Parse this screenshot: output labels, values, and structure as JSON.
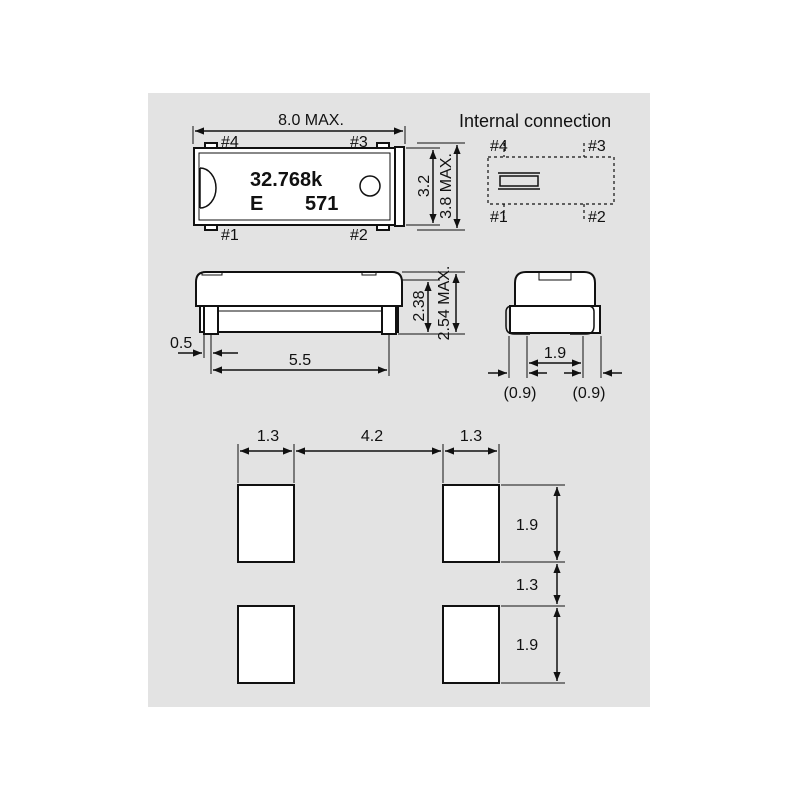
{
  "top_view": {
    "overall_length": "8.0 MAX.",
    "marking_line1": "32.768k",
    "marking_line2_a": "E",
    "marking_line2_b": "571",
    "pin1": "#1",
    "pin2": "#2",
    "pin3": "#3",
    "pin4": "#4",
    "body_width": "3.2",
    "overall_width": "3.8 MAX."
  },
  "internal_connection": {
    "title": "Internal connection",
    "pin1": "#1",
    "pin2": "#2",
    "pin3": "#3",
    "pin4": "#4"
  },
  "side_view": {
    "body_height": "2.38",
    "overall_height": "2.54 MAX.",
    "lead_width": "0.5",
    "lead_pitch": "5.5"
  },
  "end_view": {
    "inner_span": "1.9",
    "left_lead": "(0.9)",
    "right_lead": "(0.9)"
  },
  "footprint": {
    "pad_width_left": "1.3",
    "pad_gap": "4.2",
    "pad_width_right": "1.3",
    "pad_height_top": "1.9",
    "pad_row_gap": "1.3",
    "pad_height_bottom": "1.9"
  },
  "colors": {
    "panel_background": "#e3e3e3",
    "line": "#111111"
  }
}
